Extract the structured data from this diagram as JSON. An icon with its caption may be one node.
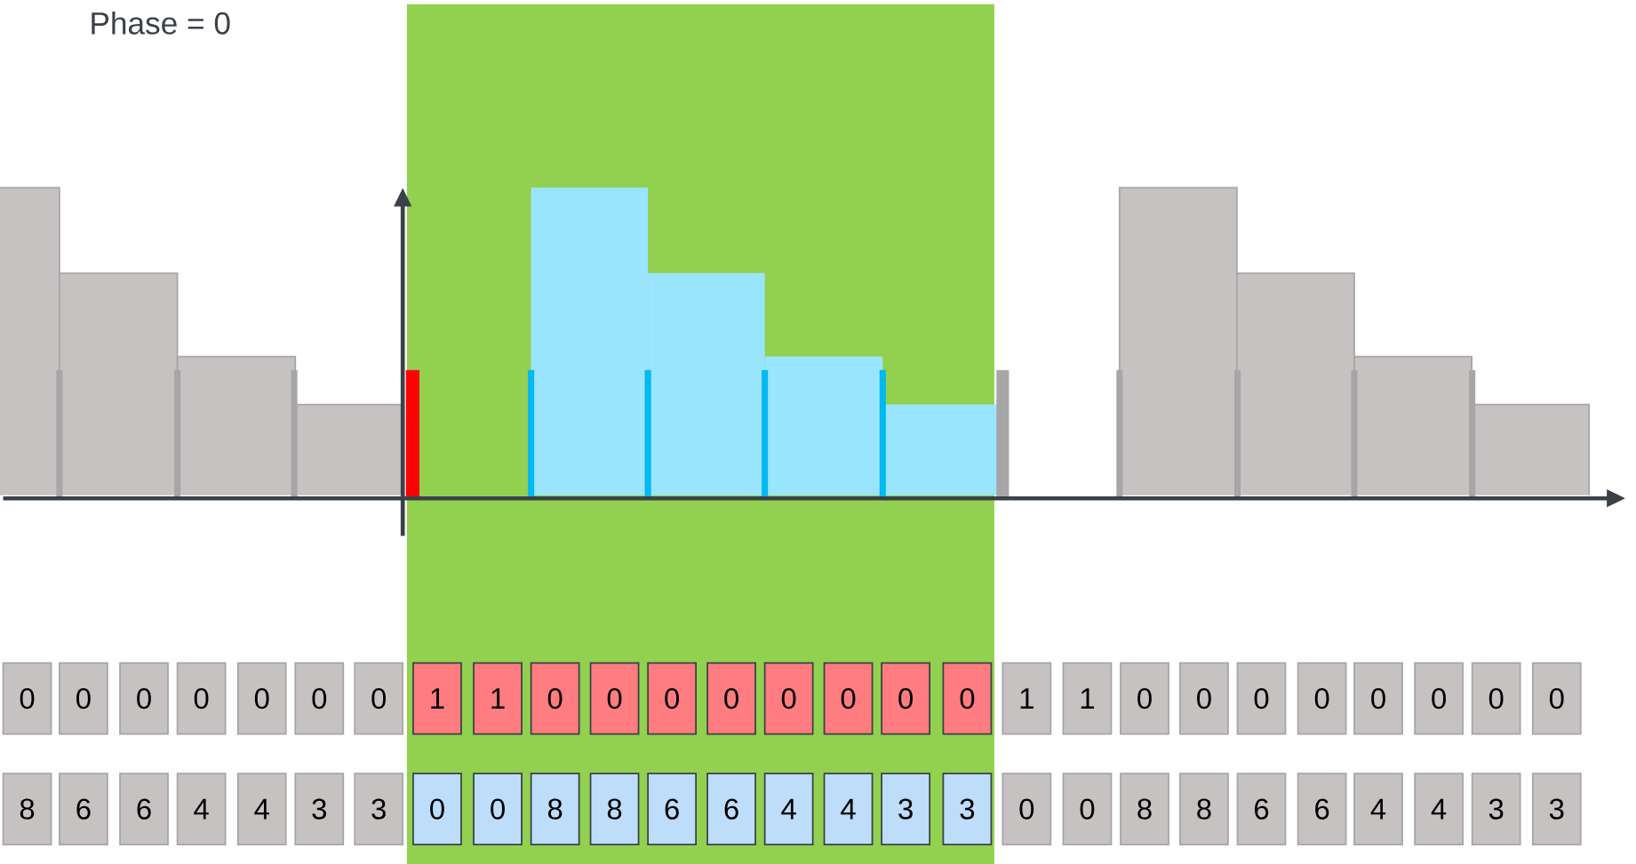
{
  "diagram": {
    "title": "Phase = 0",
    "nodes": [
      {
        "text": [
          "0"
        ]
      },
      {
        "text": [
          "0"
        ]
      },
      {
        "text": [
          "0"
        ]
      },
      {
        "text": [
          "0"
        ]
      },
      {
        "text": [
          "0"
        ]
      },
      {
        "text": [
          "0"
        ]
      },
      {
        "text": [
          "0"
        ]
      },
      {
        "text": [
          "1"
        ]
      },
      {
        "text": [
          "1"
        ]
      },
      {
        "text": [
          "0"
        ]
      },
      {
        "text": [
          "0"
        ]
      },
      {
        "text": [
          "0"
        ]
      },
      {
        "text": [
          "0"
        ]
      },
      {
        "text": [
          "0"
        ]
      },
      {
        "text": [
          "0"
        ]
      },
      {
        "text": [
          "0"
        ]
      },
      {
        "text": [
          "0"
        ]
      },
      {
        "text": [
          "1"
        ]
      },
      {
        "text": [
          "1"
        ]
      },
      {
        "text": [
          "0"
        ]
      },
      {
        "text": [
          "0"
        ]
      },
      {
        "text": [
          "0"
        ]
      },
      {
        "text": [
          "0"
        ]
      },
      {
        "text": [
          "0"
        ]
      },
      {
        "text": [
          "0"
        ]
      },
      {
        "text": [
          "0"
        ]
      },
      {
        "text": [
          "0"
        ]
      },
      {
        "text": [
          "8"
        ]
      },
      {
        "text": [
          "6"
        ]
      },
      {
        "text": [
          "6"
        ]
      },
      {
        "text": [
          "4"
        ]
      },
      {
        "text": [
          "4"
        ]
      },
      {
        "text": [
          "3"
        ]
      },
      {
        "text": [
          "3"
        ]
      },
      {
        "text": [
          "0"
        ]
      },
      {
        "text": [
          "0"
        ]
      },
      {
        "text": [
          "8"
        ]
      },
      {
        "text": [
          "8"
        ]
      },
      {
        "text": [
          "6"
        ]
      },
      {
        "text": [
          "6"
        ]
      },
      {
        "text": [
          "4"
        ]
      },
      {
        "text": [
          "4"
        ]
      },
      {
        "text": [
          "3"
        ]
      },
      {
        "text": [
          "3"
        ]
      },
      {
        "text": [
          "0"
        ]
      },
      {
        "text": [
          "0"
        ]
      },
      {
        "text": [
          "8"
        ]
      },
      {
        "text": [
          "8"
        ]
      },
      {
        "text": [
          "6"
        ]
      },
      {
        "text": [
          "6"
        ]
      },
      {
        "text": [
          "4"
        ]
      },
      {
        "text": [
          "4"
        ]
      },
      {
        "text": [
          "3"
        ]
      },
      {
        "text": [
          "3"
        ]
      }
    ]
  }
}
